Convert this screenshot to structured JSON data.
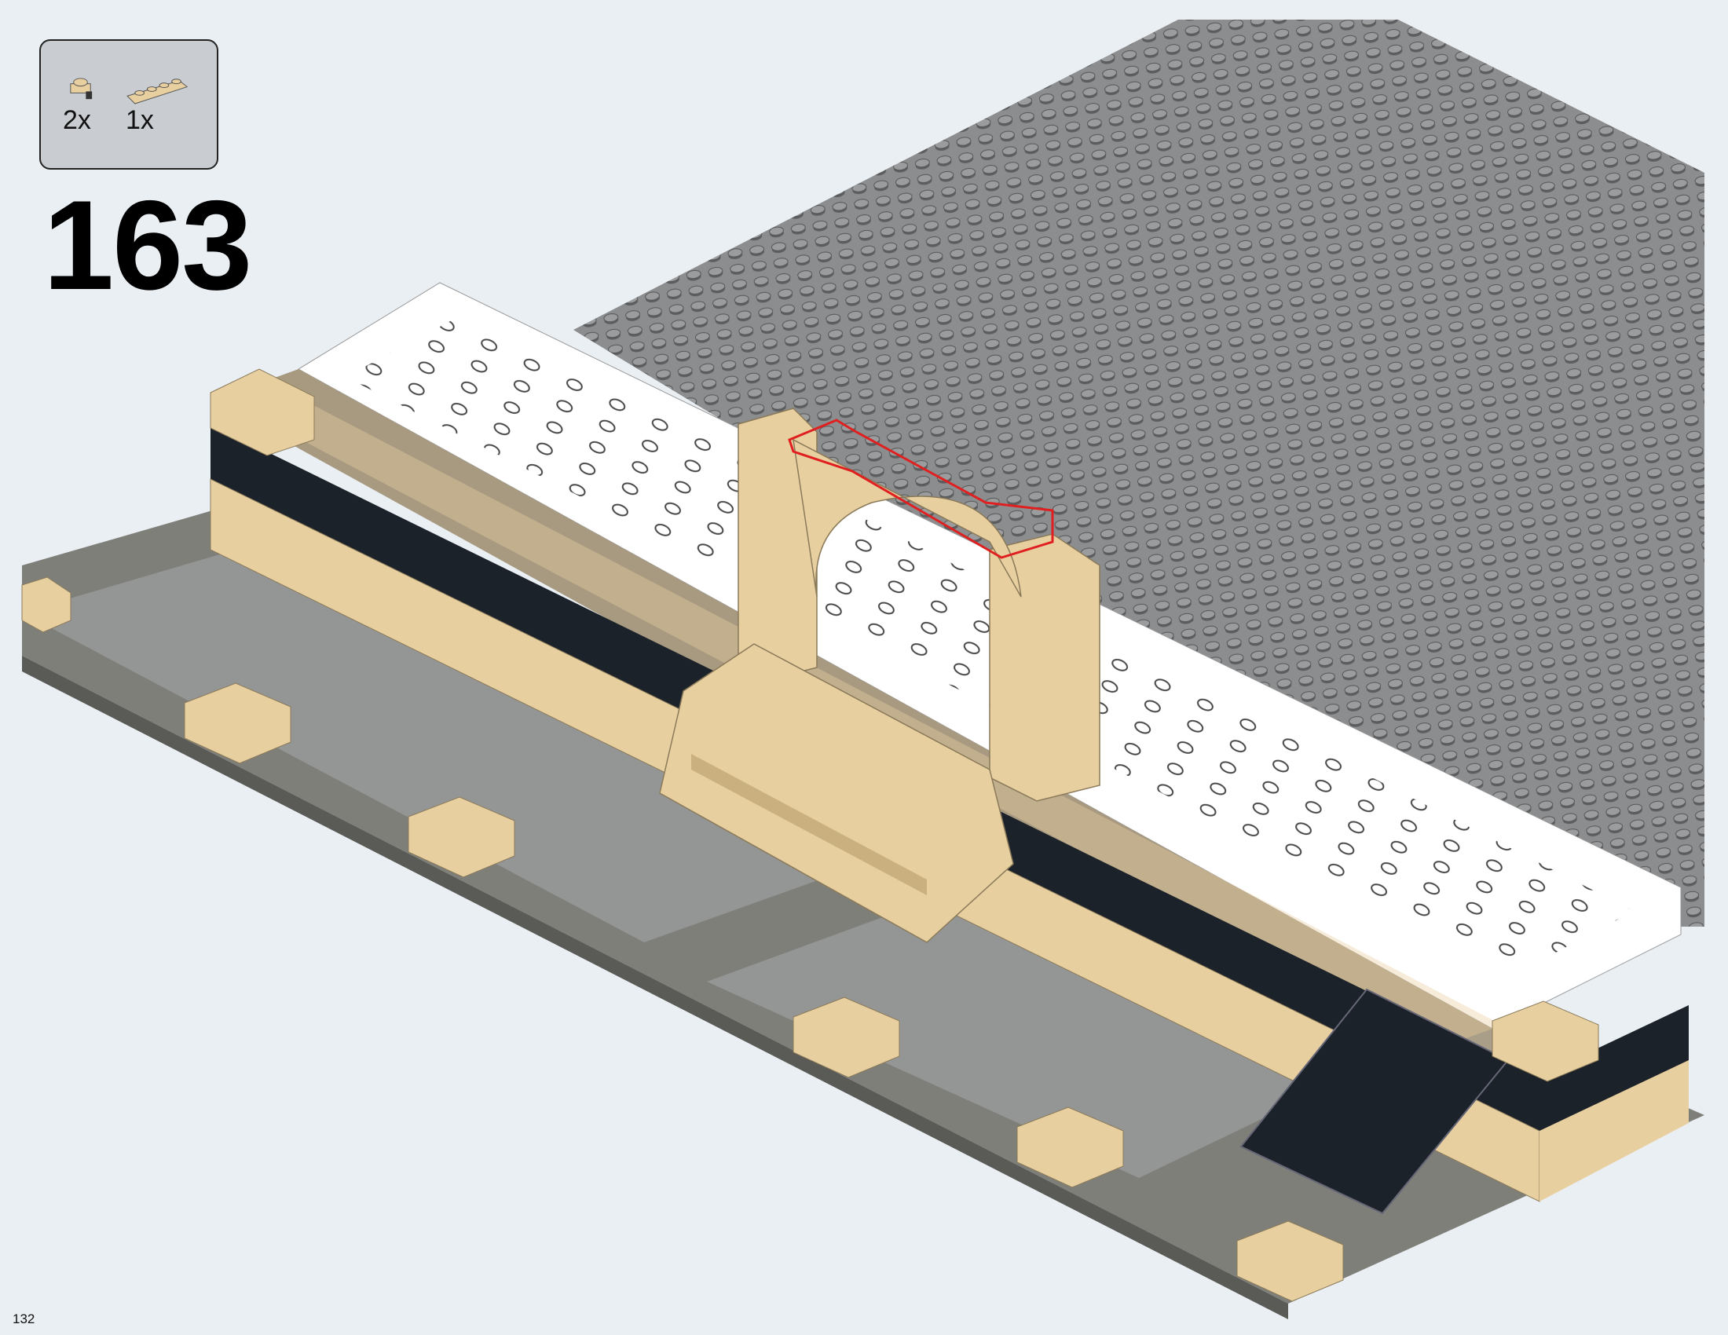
{
  "instruction": {
    "step_number": "163",
    "page_number": "132",
    "parts": [
      {
        "icon": "plate-with-clip-icon",
        "quantity": "2x"
      },
      {
        "icon": "hinge-plate-1x4-icon",
        "quantity": "1x"
      }
    ]
  },
  "colors": {
    "background": "#eaeff3",
    "callout": "#c9ccd0",
    "tan": "#e8cf9f",
    "dark_tan": "#a89a80",
    "dark_gray": "#6b6b65",
    "light_gray": "#a3a7ab",
    "baseplate": "#8a8c8e",
    "black": "#1c222a",
    "white": "#ffffff",
    "highlight": "#e02020"
  }
}
